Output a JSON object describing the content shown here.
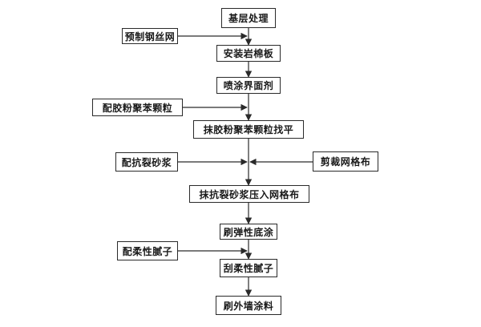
{
  "main_steps": [
    {
      "id": "jiceng",
      "label": "基层处理"
    },
    {
      "id": "anzhuang",
      "label": "安装岩棉板"
    },
    {
      "id": "pentu",
      "label": "喷涂界面剂"
    },
    {
      "id": "mojiao",
      "label": "抹胶粉聚苯颗粒找平"
    },
    {
      "id": "mokangliu",
      "label": "抹抗裂砂浆压入网格布"
    },
    {
      "id": "shuadan",
      "label": "刷弹性底涂"
    },
    {
      "id": "guarou",
      "label": "刮柔性腻子"
    },
    {
      "id": "shuawai",
      "label": "刷外墙涂料"
    }
  ],
  "side_inputs": [
    {
      "id": "yuzhi",
      "label": "预制钢丝网",
      "side": "left",
      "feeds": "anzhuang"
    },
    {
      "id": "peijiao",
      "label": "配胶粉聚苯颗粒",
      "side": "left",
      "feeds": "mojiao"
    },
    {
      "id": "peikang",
      "label": "配抗裂砂浆",
      "side": "left",
      "feeds": "mokangliu"
    },
    {
      "id": "jiancai",
      "label": "剪裁网格布",
      "side": "right",
      "feeds": "mokangliu"
    },
    {
      "id": "peirou",
      "label": "配柔性腻子",
      "side": "left",
      "feeds": "guarou"
    }
  ]
}
